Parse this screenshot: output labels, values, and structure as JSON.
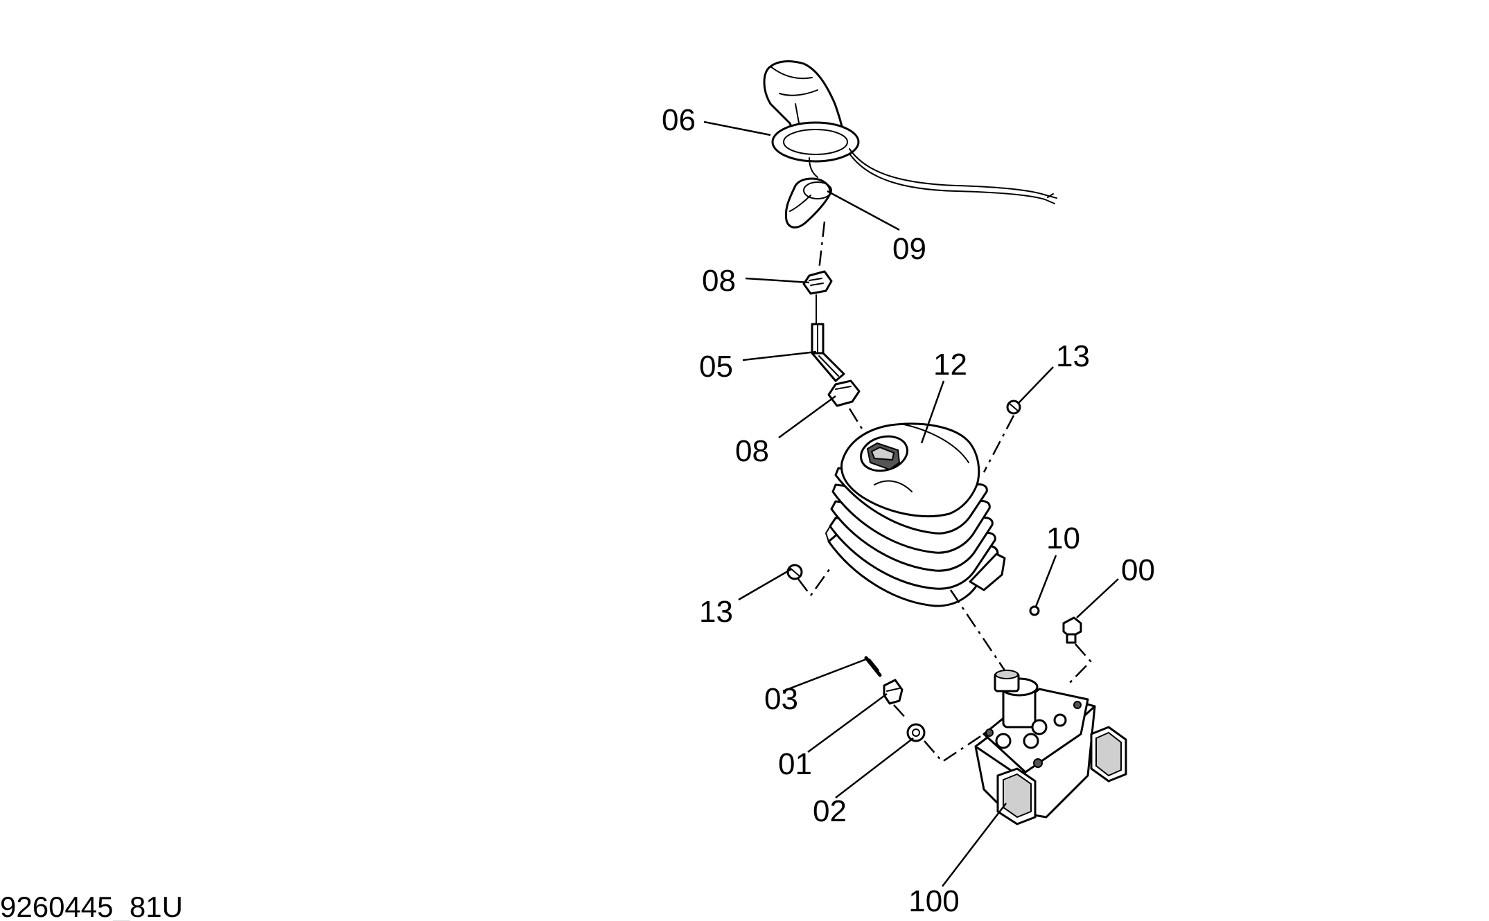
{
  "drawing_id": "9260445_81U",
  "callouts": {
    "c06": "06",
    "c09": "09",
    "c08_upper": "08",
    "c05": "05",
    "c12": "12",
    "c13_upper": "13",
    "c08_lower": "08",
    "c10": "10",
    "c00": "00",
    "c13_lower": "13",
    "c03": "03",
    "c01": "01",
    "c02": "02",
    "c100": "100"
  }
}
